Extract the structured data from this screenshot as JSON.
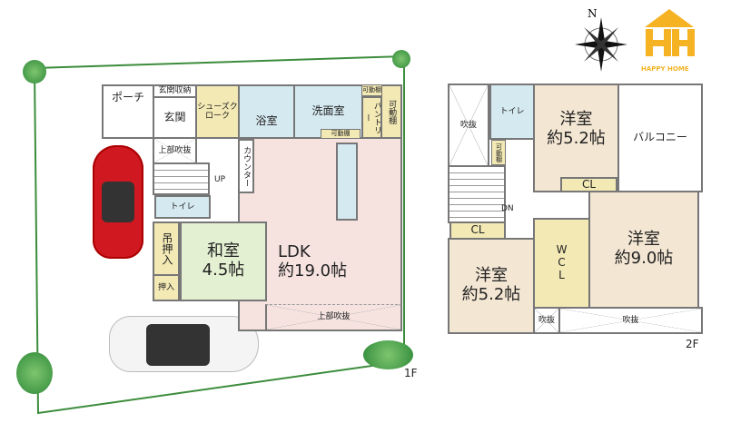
{
  "brand": {
    "name": "HAPPY HOME",
    "color": "#f5b324",
    "compass_label": "N"
  },
  "floor1": {
    "label": "1F",
    "rooms": {
      "porch": "ポーチ",
      "entrance_storage": "玄関収納",
      "entrance": "玄関",
      "shoe_closet": "シューズクローク",
      "bath": "浴室",
      "washroom": "洗面室",
      "movable_shelf_a": "可動棚",
      "pantry": "パントリー",
      "movable_shelf_b": "可動棚",
      "movable_shelf_c": "可動棚",
      "upper_void": "上部吹抜",
      "stairs_up": "UP",
      "counter": "カウンター",
      "ldk": "LDK",
      "ldk_size": "約19.0帖",
      "toilet": "トイレ",
      "hanging_closet": "吊押入",
      "closet": "押入",
      "washitsu": "和室",
      "washitsu_size": "4.5帖",
      "ldk_void": "上部吹抜"
    }
  },
  "floor2": {
    "label": "2F",
    "rooms": {
      "void_a": "吹抜",
      "toilet": "トイレ",
      "movable_shelf": "可動棚",
      "stairs_down": "DN",
      "room_a": "洋室",
      "room_a_size": "約5.2帖",
      "cl_a": "CL",
      "balcony": "バルコニー",
      "room_b": "洋室",
      "room_b_size": "約9.0帖",
      "wcl": "WCL",
      "cl_b": "CL",
      "room_c": "洋室",
      "room_c_size": "約5.2帖",
      "void_b": "吹抜",
      "void_c": "吹抜"
    }
  }
}
